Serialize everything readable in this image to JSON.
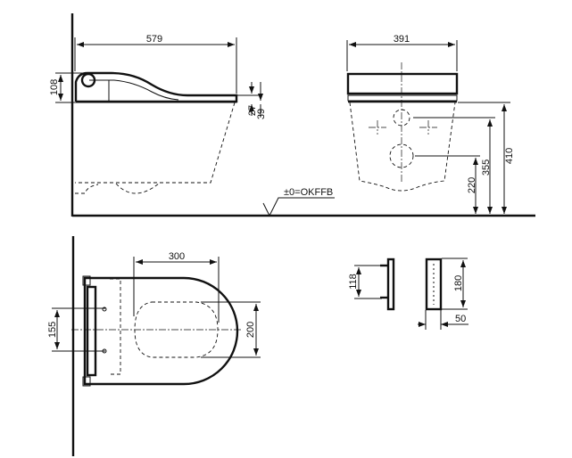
{
  "side_view": {
    "width_label": "579",
    "height_label": "108",
    "seat_gap_label": "27",
    "seat_height_label": "39",
    "floor_label": "±0=OKFFB"
  },
  "front_view": {
    "width_label": "391",
    "height_top_label": "410",
    "height_mid_label": "355",
    "height_low_label": "220"
  },
  "top_view": {
    "length_label": "300",
    "inner_width_label": "200",
    "mount_spacing_label": "155"
  },
  "control_panel": {
    "side_height_label": "118",
    "front_height_label": "180",
    "depth_label": "50"
  }
}
